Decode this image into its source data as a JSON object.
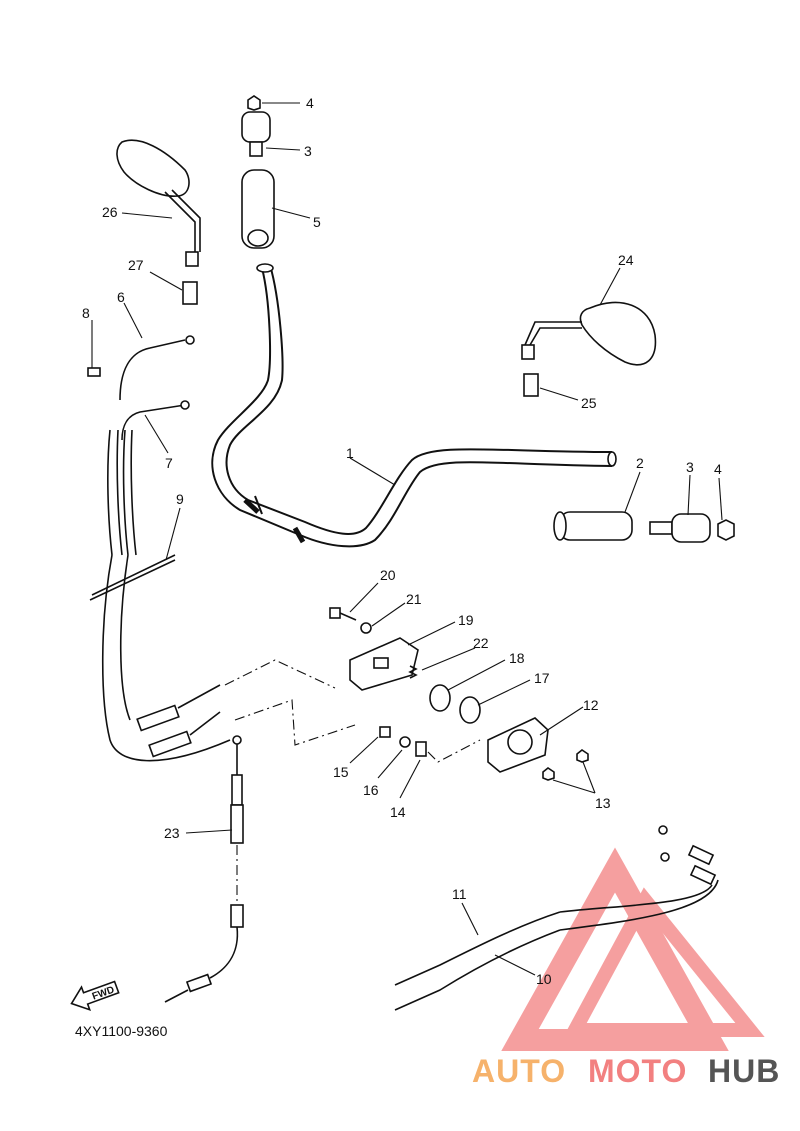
{
  "diagram": {
    "code": "4XY1100-9360",
    "fwd_label": "FWD",
    "callouts": [
      "1",
      "2",
      "3",
      "4",
      "5",
      "6",
      "7",
      "8",
      "9",
      "10",
      "11",
      "12",
      "13",
      "14",
      "15",
      "16",
      "17",
      "18",
      "19",
      "20",
      "21",
      "22",
      "23",
      "24",
      "25",
      "26",
      "27"
    ],
    "extra_callouts": {
      "c3b": "3",
      "c4b": "4",
      "c13b": "13"
    }
  },
  "watermark": {
    "part1": "AUTO",
    "part2": "MOTO",
    "part3": "HUB",
    "color_orange": "#f6b26b",
    "color_red": "#f28080",
    "color_gray": "#555555"
  }
}
